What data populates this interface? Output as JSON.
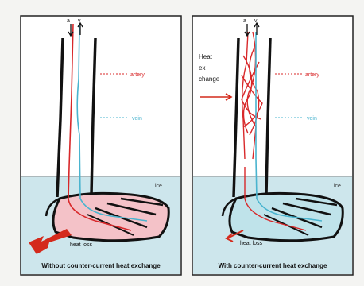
{
  "panels": [
    {
      "id": "without",
      "caption": "Without counter-current heat exchange",
      "surface_label": "ice",
      "heat_loss_label": "heat loss",
      "artery_label": "artery",
      "vein_label": "vein",
      "arrow_labels": [
        "a",
        "v"
      ],
      "foot_color": "#f4c2c8"
    },
    {
      "id": "with",
      "caption": "With counter-current heat exchange",
      "surface_label": "ice",
      "heat_loss_label": "heat loss",
      "artery_label": "artery",
      "vein_label": "vein",
      "arrow_labels": [
        "a",
        "v"
      ],
      "exchange_label_lines": [
        "Heat",
        "ex",
        "change"
      ],
      "foot_color": "#bfe3ea"
    }
  ],
  "colors": {
    "artery": "#d8282a",
    "vein": "#4ab4cf",
    "ice": "#cde6ec",
    "outline": "#111111",
    "heat_arrow": "#d42a1c"
  }
}
